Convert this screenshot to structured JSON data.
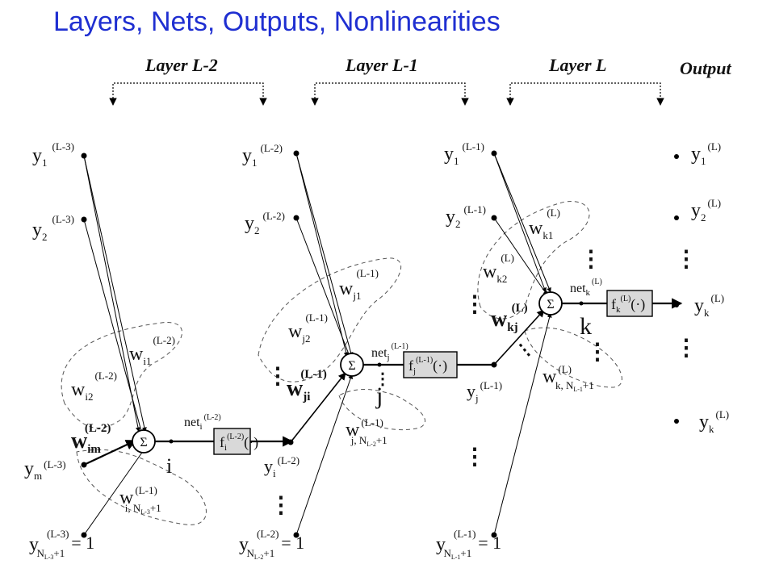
{
  "title": "Layers, Nets, Outputs, Nonlinearities",
  "headers": {
    "layer_l2": "Layer L-2",
    "layer_l1": "Layer L-1",
    "layer_l": "Layer L",
    "output": "Output"
  },
  "layer_l2": {
    "in1": {
      "base": "y",
      "sub": "1",
      "sup": "(L-3)"
    },
    "in2": {
      "base": "y",
      "sub": "2",
      "sup": "(L-3)"
    },
    "inm": {
      "base": "y",
      "sub": "m",
      "sup": "(L-3)"
    },
    "bias": {
      "base": "y",
      "sup": "(L-3)",
      "sub": "N",
      "subsub": "L-3",
      "tail": "+1",
      "eq": "= 1"
    },
    "w1": {
      "base": "w",
      "sub": "i1",
      "sup": "(L-2)"
    },
    "w2": {
      "base": "w",
      "sub": "i2",
      "sup": "(L-2)"
    },
    "wm": {
      "base": "w",
      "sub": "im",
      "sup": "(L-2)"
    },
    "wb": {
      "base": "w",
      "sup": "(L-1)",
      "sub": "i, N",
      "subsub": "L-3",
      "tail": "+1"
    },
    "sum": "Σ",
    "net": {
      "base": "net",
      "sub": "i",
      "sup": "(L-2)"
    },
    "f": {
      "base": "f",
      "sub": "i",
      "sup": "(L-2)",
      "arg": "(·)"
    },
    "node": "i",
    "out": {
      "base": "y",
      "sub": "i",
      "sup": "(L-2)"
    }
  },
  "layer_l1": {
    "in1": {
      "base": "y",
      "sub": "1",
      "sup": "(L-2)"
    },
    "in2": {
      "base": "y",
      "sub": "2",
      "sup": "(L-2)"
    },
    "bias": {
      "base": "y",
      "sup": "(L-2)",
      "sub": "N",
      "subsub": "L-2",
      "tail": "+1",
      "eq": "= 1"
    },
    "w1": {
      "base": "w",
      "sub": "j1",
      "sup": "(L-1)"
    },
    "w2": {
      "base": "w",
      "sub": "j2",
      "sup": "(L-1)"
    },
    "wi": {
      "base": "w",
      "sub": "ji",
      "sup": "(L-1)"
    },
    "wb": {
      "base": "w",
      "sup": "(L-1)",
      "sub": "j, N",
      "subsub": "L-2",
      "tail": "+1"
    },
    "sum": "Σ",
    "net": {
      "base": "net",
      "sub": "j",
      "sup": "(L-1)"
    },
    "f": {
      "base": "f",
      "sub": "j",
      "sup": "(L-1)",
      "arg": "(·)"
    },
    "node": "j",
    "out": {
      "base": "y",
      "sub": "j",
      "sup": "(L-1)"
    }
  },
  "layer_l": {
    "in1": {
      "base": "y",
      "sub": "1",
      "sup": "(L-1)"
    },
    "in2": {
      "base": "y",
      "sub": "2",
      "sup": "(L-1)"
    },
    "bias": {
      "base": "y",
      "sup": "(L-1)",
      "sub": "N",
      "subsub": "L-1",
      "tail": "+1",
      "eq": "= 1"
    },
    "w1": {
      "base": "w",
      "sub": "k1",
      "sup": "(L)"
    },
    "w2": {
      "base": "w",
      "sub": "k2",
      "sup": "(L)"
    },
    "wj": {
      "base": "w",
      "sub": "kj",
      "sup": "(L)"
    },
    "wb": {
      "base": "w",
      "sup": "(L)",
      "sub": "k, N",
      "subsub": "L-1",
      "tail": "+1"
    },
    "sum": "Σ",
    "net": {
      "base": "net",
      "sub": "k",
      "sup": "(L)"
    },
    "f": {
      "base": "f",
      "sub": "k",
      "sup": "(L)",
      "arg": "(·)"
    },
    "node": "k"
  },
  "outputs": {
    "o1": {
      "base": "y",
      "sub": "1",
      "sup": "(L)"
    },
    "o2": {
      "base": "y",
      "sub": "2",
      "sup": "(L)"
    },
    "ok": {
      "base": "y",
      "sub": "k",
      "sup": "(L)"
    },
    "ok2": {
      "base": "y",
      "sub": "k",
      "sup": "(L)"
    }
  },
  "ellipsis": "⋮"
}
